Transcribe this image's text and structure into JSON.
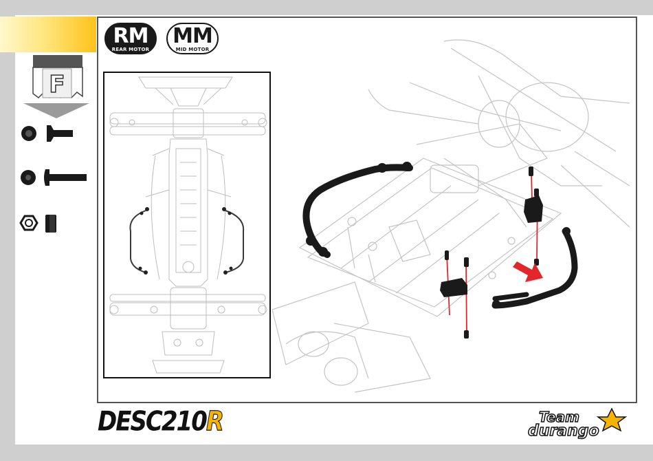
{
  "step": {
    "label": "",
    "tab_color": "#ffc21a"
  },
  "badges": {
    "rm": {
      "code": "RM",
      "caption": "REAR MOTOR",
      "style": "filled"
    },
    "mm": {
      "code": "MM",
      "caption": "MID MOTOR",
      "style": "outline"
    }
  },
  "parts_bag": {
    "letter": "F"
  },
  "hardware": [
    {
      "icon": "flat-head-screw-icon",
      "name": "flat-head-screw"
    },
    {
      "icon": "button-head-screw-icon",
      "name": "button-head-screw"
    },
    {
      "icon": "lock-nut-icon",
      "name": "lock-nut"
    }
  ],
  "footer": {
    "product_logo_main": "DESC210",
    "product_logo_suffix": "R",
    "brand_logo_line1": "Team",
    "brand_logo_line2": "durango"
  },
  "colors": {
    "accent": "#ffc21a",
    "arrow": "#e3262b",
    "alignment_line": "#e3262b",
    "part": "#1a1a1a"
  }
}
